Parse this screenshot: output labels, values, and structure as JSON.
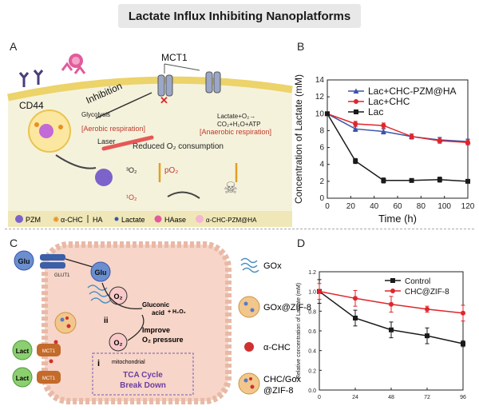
{
  "title": "Lactate Influx Inhibiting Nanoplatforms",
  "colors": {
    "membrane": "#ecd36a",
    "cell_bg": "#f5f2dc",
    "red_text": "#c0392b",
    "series_blue": "#3b55a8",
    "series_red": "#e0252b",
    "series_black": "#1a1a1a",
    "cell_c": "#f7d5c8",
    "purple": "#6a3ea0"
  },
  "panel_a": {
    "letter": "A",
    "mct1": "MCT1",
    "cd44": "CD44",
    "inhibition": "Inhibition",
    "glycolysis": "Glycolysis",
    "aerobic": "[Aerobic respiration]",
    "eq_line1": "Lactate+O₂→",
    "eq_line2": "CO₂+H₂O+ATP",
    "anaerobic": "[Anaerobic respiration]",
    "reduced": "Reduced O₂ consumption",
    "laser": "Laser",
    "triplet_o2": "³O₂",
    "po2": "pO₂",
    "singlet_o2": "¹O₂",
    "legend": {
      "pzm": "PZM",
      "chc": "α-CHC",
      "ha": "HA",
      "lactate": "Lactate",
      "haase": "HAase",
      "nanoplatform": "α-CHC-PZM@HA"
    }
  },
  "panel_b": {
    "letter": "B"
  },
  "panel_c": {
    "letter": "C",
    "glu": "Glu",
    "glut1": "GLUT1",
    "o2": "O₂",
    "gluconic_l1": "Gluconic",
    "gluconic_l2": "acid",
    "h2o2": "+ H₂O₂",
    "ii": "ii",
    "improve_l1": "Improve",
    "improve_l2": "O₂ pressure",
    "i": "i",
    "mito": "mitochondrial",
    "tca_l1": "TCA Cycle",
    "tca_l2": "Break Down",
    "lact": "Lact",
    "mct1": "MCT1",
    "legend": {
      "gox": "GOx",
      "gox_zif": "GOx@ZIF-8",
      "chc": "α-CHC",
      "chc_gox_l1": "CHC/Gox",
      "chc_gox_l2": "@ZIF-8"
    }
  },
  "panel_d": {
    "letter": "D"
  },
  "chart_data": [
    {
      "type": "line",
      "xlabel": "Time (h)",
      "ylabel": "Concentration of Lactate (mM)",
      "xlim": [
        0,
        120
      ],
      "ylim": [
        0,
        14
      ],
      "xticks": [
        0,
        20,
        40,
        60,
        80,
        100,
        120
      ],
      "yticks": [
        0,
        2,
        4,
        6,
        8,
        10,
        12,
        14
      ],
      "grid": false,
      "legend_position": "top-right",
      "series": [
        {
          "name": "Lac+CHC-PZM@HA",
          "color": "#3b55a8",
          "marker": "triangle",
          "x": [
            0,
            24,
            48,
            72,
            96,
            120
          ],
          "y": [
            10,
            8.2,
            7.9,
            7.3,
            6.9,
            6.7
          ],
          "err": [
            0.2,
            0.3,
            0.3,
            0.3,
            0.3,
            0.3
          ]
        },
        {
          "name": "Lac+CHC",
          "color": "#e0252b",
          "marker": "circle",
          "x": [
            0,
            24,
            48,
            72,
            96,
            120
          ],
          "y": [
            10,
            8.8,
            8.6,
            7.3,
            6.8,
            6.6
          ],
          "err": [
            0.2,
            0.3,
            0.3,
            0.3,
            0.3,
            0.3
          ]
        },
        {
          "name": "Lac",
          "color": "#1a1a1a",
          "marker": "square",
          "x": [
            0,
            24,
            48,
            72,
            96,
            120
          ],
          "y": [
            10,
            4.4,
            2.1,
            2.1,
            2.2,
            2.0
          ],
          "err": [
            0.2,
            0.3,
            0.3,
            0.2,
            0.3,
            0.2
          ]
        }
      ]
    },
    {
      "type": "line",
      "xlabel": "",
      "ylabel": "Relative concentration of Lactate (mM)",
      "xlim": [
        0,
        96
      ],
      "ylim": [
        0,
        1.2
      ],
      "xticks": [
        0,
        24,
        48,
        72,
        96
      ],
      "yticks": [
        0.0,
        0.2,
        0.4,
        0.6,
        0.8,
        1.0,
        1.2
      ],
      "grid": false,
      "legend_position": "top-right",
      "series": [
        {
          "name": "Control",
          "color": "#1a1a1a",
          "marker": "square",
          "x": [
            0,
            24,
            48,
            72,
            96
          ],
          "y": [
            1.0,
            0.73,
            0.61,
            0.55,
            0.47
          ],
          "err": [
            0.12,
            0.08,
            0.08,
            0.08,
            0.03
          ]
        },
        {
          "name": "CHC@ZIF-8",
          "color": "#e0252b",
          "marker": "circle",
          "x": [
            0,
            24,
            48,
            72,
            96
          ],
          "y": [
            1.0,
            0.93,
            0.87,
            0.82,
            0.78
          ],
          "err": [
            0.08,
            0.08,
            0.08,
            0.03,
            0.08
          ]
        }
      ]
    }
  ]
}
